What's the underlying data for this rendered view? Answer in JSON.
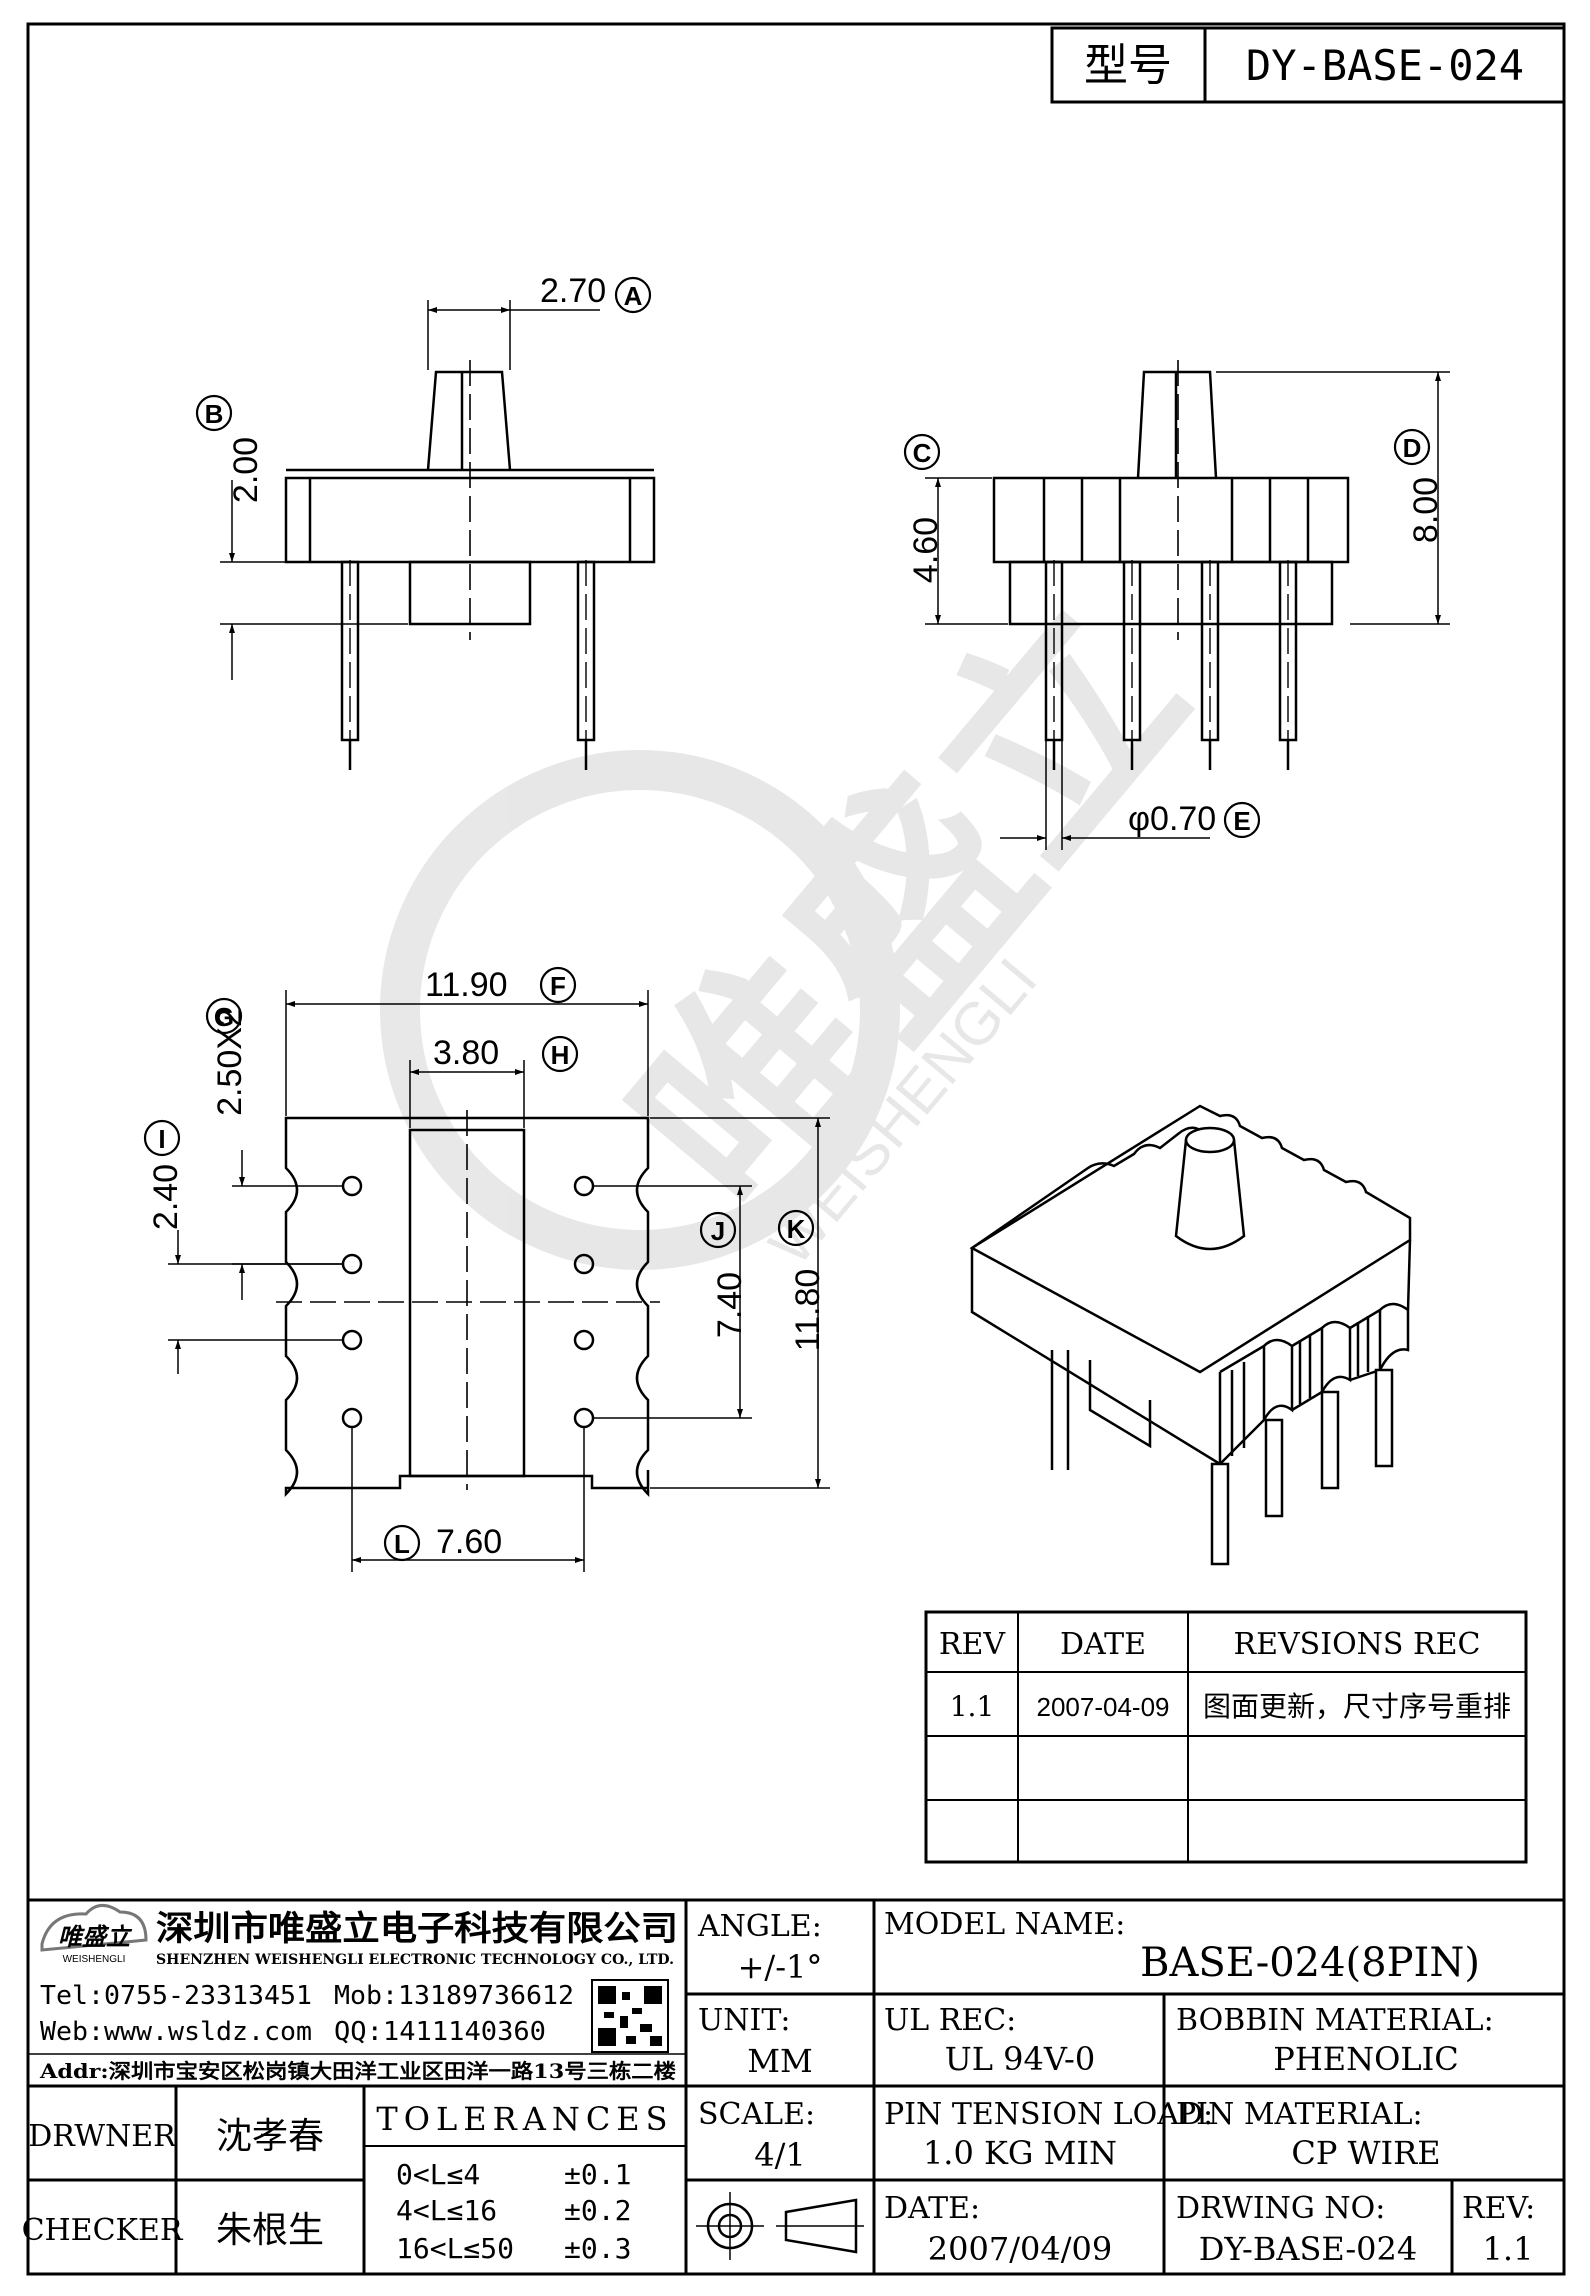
{
  "model_box": {
    "label": "型号",
    "value": "DY-BASE-024"
  },
  "dimensions": {
    "A": {
      "value": "2.70",
      "letter": "A"
    },
    "B": {
      "value": "2.00",
      "letter": "B"
    },
    "C": {
      "value": "4.60",
      "letter": "C"
    },
    "D": {
      "value": "8.00",
      "letter": "D"
    },
    "E": {
      "value": "φ0.70",
      "letter": "E"
    },
    "F": {
      "value": "11.90",
      "letter": "F"
    },
    "G": {
      "value": "2.50X2",
      "letter": "G"
    },
    "H": {
      "value": "3.80",
      "letter": "H"
    },
    "I": {
      "value": "2.40",
      "letter": "I"
    },
    "J": {
      "value": "7.40",
      "letter": "J"
    },
    "K": {
      "value": "11.80",
      "letter": "K"
    },
    "L": {
      "value": "7.60",
      "letter": "L"
    }
  },
  "watermark": {
    "text": "唯盛立",
    "subtext": "WEISHENGLI"
  },
  "revision_table": {
    "headers": [
      "REV",
      "DATE",
      "REVSIONS REC"
    ],
    "rows": [
      [
        "1.1",
        "2007-04-09",
        "图面更新，尺寸序号重排"
      ],
      [
        "",
        "",
        ""
      ],
      [
        "",
        "",
        ""
      ]
    ]
  },
  "company": {
    "logo_text": "唯盛立",
    "logo_sub": "WEISHENGLI",
    "name_cn": "深圳市唯盛立电子科技有限公司",
    "name_en": "SHENZHEN WEISHENGLI ELECTRONIC TECHNOLOGY CO., LTD.",
    "tel": "Tel:0755-23313451",
    "mob": "Mob:13189736612",
    "web": "Web:www.wsldz.com",
    "qq": "QQ:1411140360",
    "addr": "Addr:深圳市宝安区松岗镇大田洋工业区田洋一路13号三栋二楼"
  },
  "title_block": {
    "angle_label": "ANGLE:",
    "angle_value": "+/-1°",
    "model_name_label": "MODEL NAME:",
    "model_name_value": "BASE-024(8PIN)",
    "unit_label": "UNIT:",
    "unit_value": "MM",
    "ul_rec_label": "UL REC:",
    "ul_rec_value": "UL 94V-0",
    "bobbin_material_label": "BOBBIN MATERIAL:",
    "bobbin_material_value": "PHENOLIC",
    "scale_label": "SCALE:",
    "scale_value": "4/1",
    "pin_tension_label": "PIN TENSION LOAD:",
    "pin_tension_value": "1.0 KG MIN",
    "pin_material_label": "PIN MATERIAL:",
    "pin_material_value": "CP WIRE",
    "date_label": "DATE:",
    "date_value": "2007/04/09",
    "drawing_no_label": "DRWING NO:",
    "drawing_no_value": "DY-BASE-024",
    "rev_label": "REV:",
    "rev_value": "1.1",
    "drawner_label": "DRWNER",
    "drawner_value": "沈孝春",
    "checker_label": "CHECKER",
    "checker_value": "朱根生",
    "tolerances_title": "TOLERANCES",
    "tolerances": [
      {
        "range": "0<L≤4",
        "tol": "±0.1"
      },
      {
        "range": "4<L≤16",
        "tol": "±0.2"
      },
      {
        "range": "16<L≤50",
        "tol": "±0.3"
      }
    ]
  }
}
